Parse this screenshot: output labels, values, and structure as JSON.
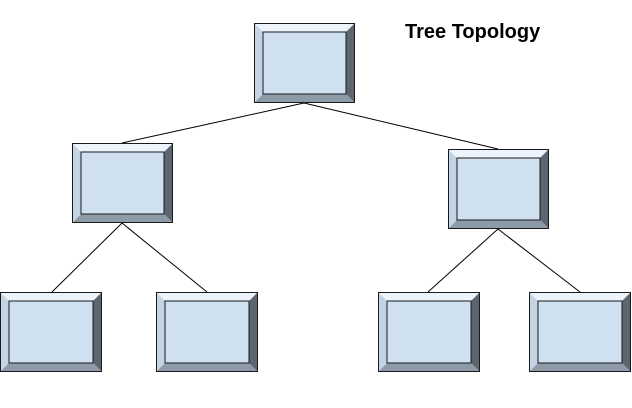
{
  "title": "Tree Topology",
  "colors": {
    "node_face": "#cfe0f1",
    "bevel_light": "#eef4fb",
    "bevel_mid_light": "#c3d4e5",
    "bevel_mid_dark": "#8d9aa8",
    "bevel_dark": "#5c6670",
    "outline": "#1a1a1a",
    "link": "#000000"
  },
  "nodes": [
    {
      "id": "root",
      "level": 0
    },
    {
      "id": "left-hub",
      "level": 1
    },
    {
      "id": "right-hub",
      "level": 1
    },
    {
      "id": "left-leaf-1",
      "level": 2
    },
    {
      "id": "left-leaf-2",
      "level": 2
    },
    {
      "id": "right-leaf-1",
      "level": 2
    },
    {
      "id": "right-leaf-2",
      "level": 2
    }
  ],
  "links": [
    {
      "from": "root",
      "to": "left-hub"
    },
    {
      "from": "root",
      "to": "right-hub"
    },
    {
      "from": "left-hub",
      "to": "left-leaf-1"
    },
    {
      "from": "left-hub",
      "to": "left-leaf-2"
    },
    {
      "from": "right-hub",
      "to": "right-leaf-1"
    },
    {
      "from": "right-hub",
      "to": "right-leaf-2"
    }
  ]
}
